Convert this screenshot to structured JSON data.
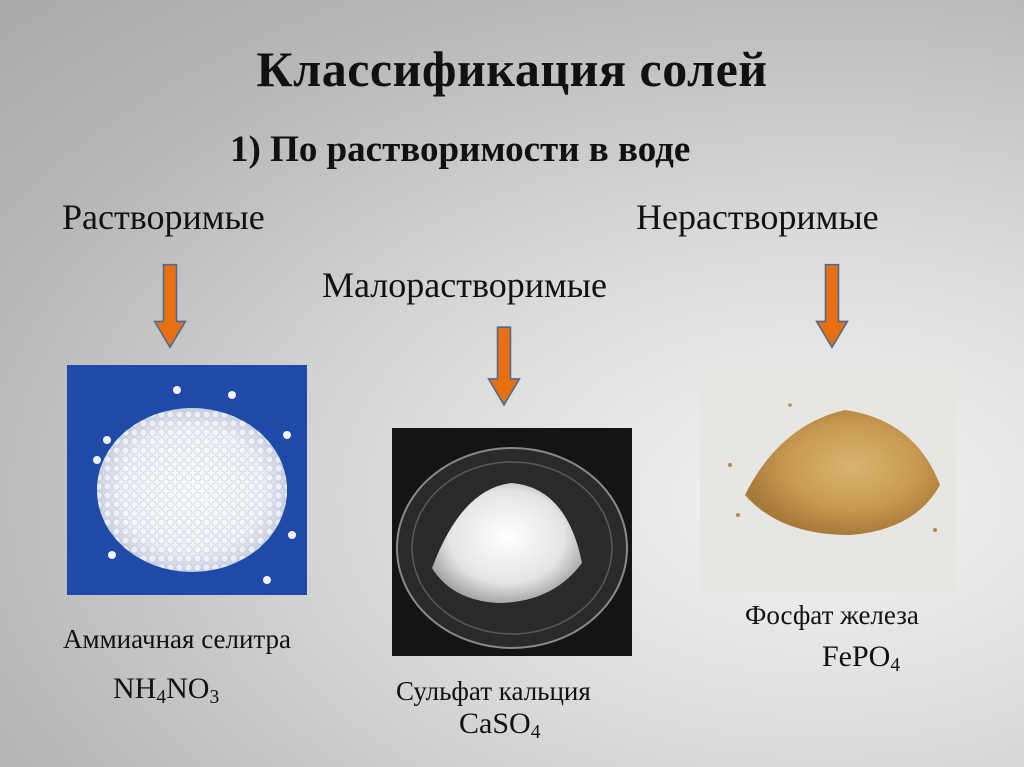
{
  "slide": {
    "title": "Классификация солей",
    "subtitle": "1)  По растворимости в воде",
    "categories": [
      {
        "label": "Растворимые"
      },
      {
        "label": "Малорастворимые"
      },
      {
        "label": "Нерастворимые"
      }
    ],
    "examples": [
      {
        "name": "Аммиачная селитра",
        "formula_parts": [
          "NH",
          "4",
          "NO",
          "3"
        ],
        "photo": "white-granules-on-blue"
      },
      {
        "name": "Сульфат кальция",
        "formula_parts": [
          "CaSO",
          "4"
        ],
        "photo": "white-powder-in-glass-dish"
      },
      {
        "name": "Фосфат железа",
        "formula_parts": [
          "FePO",
          "4"
        ],
        "photo": "tan-powder-on-white"
      }
    ],
    "colors": {
      "arrow_fill": "#e8700f",
      "arrow_stroke": "#4a6b94",
      "photo1_bg": "#1f4aa8",
      "photo2_bg": "#141414",
      "photo3_bg": "#e8e6e3"
    }
  }
}
